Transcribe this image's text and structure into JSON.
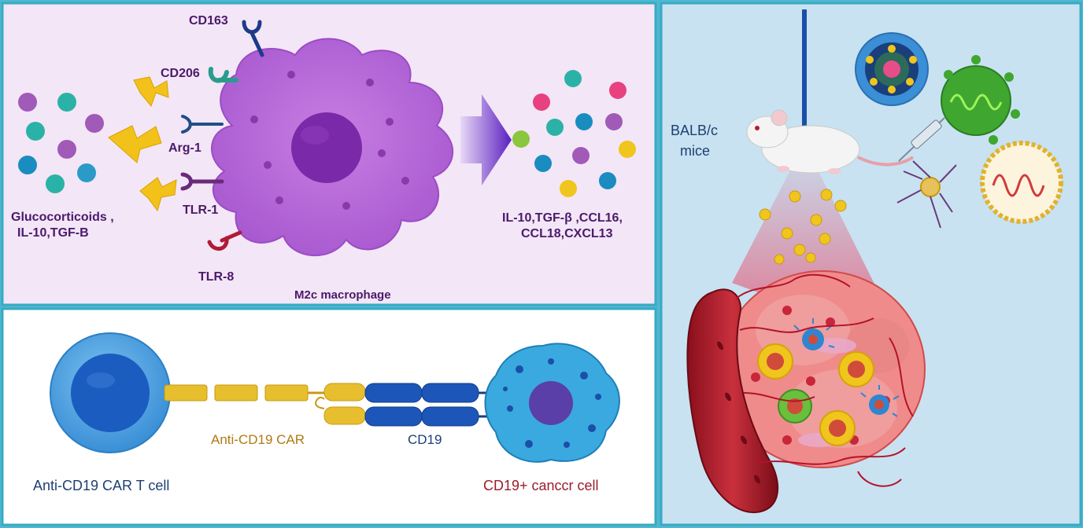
{
  "panel_top_left": {
    "receptors": [
      "CD163",
      "CD206",
      "Arg-1",
      "TLR-1",
      "TLR-8"
    ],
    "stimuli_label_line1": "Glucocorticoids ,",
    "stimuli_label_line2": "IL-10,TGF-B",
    "cell_label": "M2c macrophage",
    "output_label_line1": "IL-10,TGF-β ,CCL16,",
    "output_label_line2": "CCL18,CXCL13"
  },
  "panel_bottom_left": {
    "car_t_cell_label": "Anti-CD19 CAR T cell",
    "car_label": "Anti-CD19 CAR",
    "cd19_label": "CD19",
    "cancer_cell_label": "CD19+ canccr cell"
  },
  "panel_right": {
    "mice_label_line1": "BALB/c",
    "mice_label_line2": "mice"
  },
  "colors": {
    "panel_tl_bg": "#f3e6f6",
    "panel_right_bg": "#c8e2f1",
    "macrophage": "#b565d6",
    "nucleus": "#7a2aa8",
    "label_purple": "#4a1a6b",
    "car_yellow": "#e6be2e",
    "cd19_blue": "#1c56b8",
    "tcell_blue": "#3b8fd9",
    "cancer_blue": "#3aa9df",
    "label_orange": "#b07a12",
    "label_red": "#9e1c2a",
    "label_navy": "#1d3f72"
  }
}
